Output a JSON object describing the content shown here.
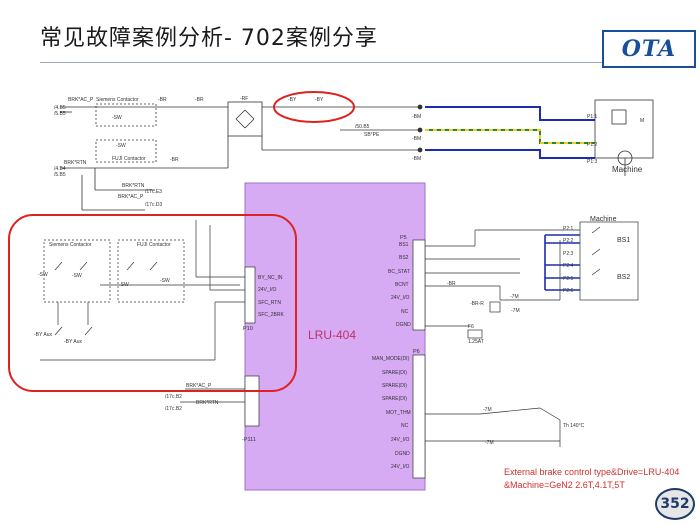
{
  "slide": {
    "title": "常见故障案例分析- 702案例分享",
    "logo": "OTA",
    "page_number": "352",
    "note_line1": "External brake control type&Drive=LRU-404",
    "note_line2": "&Machine=GeN2 2.6T,4.1T,5T"
  },
  "diagram": {
    "top": {
      "brk_ac": "BRK*AC_P",
      "ref_1": "/4.B5",
      "ref_2": "/5.B5",
      "siemens_label": "Siemens Contactor",
      "sw_label": "-SW",
      "fuji_sw": "-SW",
      "fuji_label": "FUJI Contactor",
      "br_1": "-BR",
      "br_2": "-BR",
      "br_3": "-BR",
      "rf": "-RF",
      "by_1": "-BY",
      "by_2": "-BY",
      "brk_rtn_1": "BRK*RTN",
      "ref_3": "/4.B4",
      "ref_4": "/5.B5",
      "brk_rtn_2": "BRK*RTN",
      "ref_e3": "/17c.E3",
      "brk_ac_2": "BRK*AC_P",
      "ref_d3": "/17c.D3",
      "ref_b5": "/50.B5",
      "sbpe": "SB*PE",
      "bm_1": "-BM",
      "bm_2": "-BM",
      "bm_3": "-BM",
      "p11": "P1:1",
      "p12": "P1:2",
      "p13": "P1:3",
      "motor_m": "M",
      "machine": "Machine"
    },
    "lru": {
      "name": "LRU-404",
      "p10": "P10",
      "p10_pins": [
        "BY_NC_IN",
        "24V_I/O",
        "SFC_RTN",
        "SFC_2BRK"
      ],
      "p5": "P5",
      "p5_pins": [
        "BS1",
        "BS2",
        "BC_STAT",
        "BCNT",
        "24V_I/O",
        "NC",
        "DGND"
      ],
      "p6": "P6",
      "p6_pins": [
        "MAN_MODE(DI)",
        "SPARE(DI)",
        "SPARE(DI)",
        "SPARE(DI)",
        "MOT_THM",
        "NC",
        "24V_I/O",
        "DGND",
        "24V_I/O"
      ],
      "p111": "-P111",
      "brk_ac_p": "BRK*AC_P",
      "brk_rtn": "BRK*RTN",
      "ref_b2a": "/17c.B2",
      "ref_b2b": "/17c.B2"
    },
    "left": {
      "siemens": "Siemens Contactor",
      "fuji": "FUJI Contactor",
      "sw_1": "-SW",
      "sw_2": "-SW",
      "sw_3": "-SW",
      "sw_4": "-SW",
      "by_aux_1": "-BY Aux",
      "by_aux_2": "-BY Aux"
    },
    "right": {
      "machine": "Machine",
      "bs1": "BS1",
      "bs2": "BS2",
      "br": "-BR",
      "br_r": "-BR-R",
      "m7_1": "-7M",
      "m7_2": "-7M",
      "m7_3": "-7M",
      "fuse": "F6",
      "fuse_rating": "1.25AT",
      "temp": "Th 140°C",
      "p21": "P2:1",
      "p22": "P2:2",
      "p23": "P2:3",
      "p24": "P2:4",
      "p25": "P2:5",
      "p26": "P2:6"
    }
  },
  "colors": {
    "lru_fill": "#d7aaf4",
    "lru_border": "#a070c8",
    "highlight": "#dd2222",
    "wire_blue": "#1c2bb0",
    "wire_green": "#2a8a2a",
    "wire_yellow": "#e8d020",
    "ink": "#333333"
  }
}
